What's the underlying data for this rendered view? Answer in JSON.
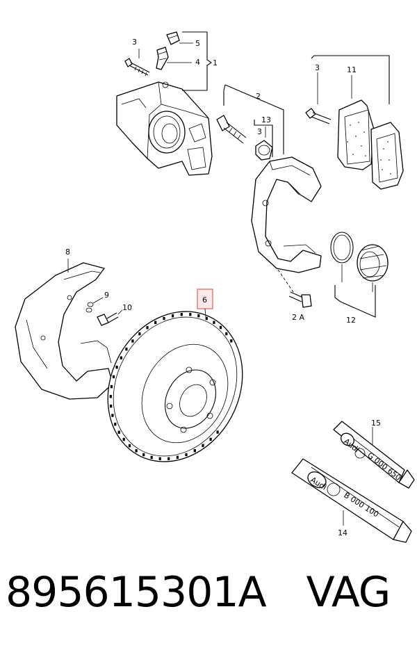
{
  "callouts": {
    "c1": "1",
    "c2": "2",
    "c2a": "2 A",
    "c3a": "3",
    "c3b": "3",
    "c3c": "3",
    "c4": "4",
    "c5": "5",
    "c6": "6",
    "c8": "8",
    "c9": "9",
    "c10": "10",
    "c11": "11",
    "c12": "12",
    "c13": "13",
    "c14": "14",
    "c15": "15"
  },
  "tubes": {
    "upper": {
      "brand": "Audi",
      "code": "G 000 650"
    },
    "lower": {
      "brand": "Audi",
      "code": "B 000 100"
    }
  },
  "highlight": {
    "label": "6",
    "color": "#e0737b"
  },
  "footer": {
    "part_number": "895615301A",
    "brand": "VAG"
  }
}
